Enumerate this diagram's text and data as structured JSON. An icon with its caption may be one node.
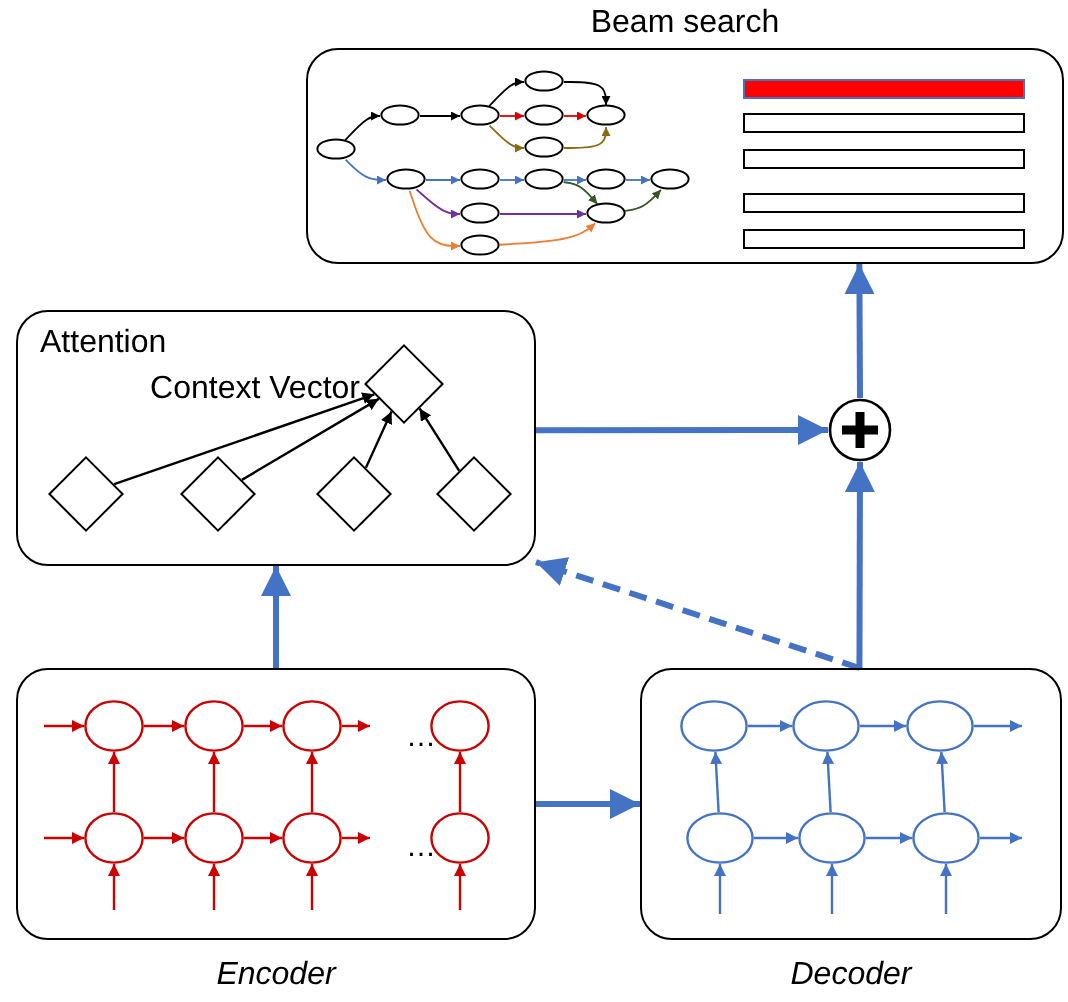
{
  "diagram": {
    "nodes": [
      {
        "text": [
          "Beam search"
        ]
      },
      {
        "text": [],
        "shape": "ellipse",
        "in": 0
      },
      {
        "text": [],
        "shape": "ellipse",
        "in": 0
      },
      {
        "text": [],
        "shape": "ellipse",
        "in": 0
      },
      {
        "text": [],
        "shape": "ellipse",
        "in": 0
      },
      {
        "text": [],
        "shape": "ellipse",
        "in": 0
      },
      {
        "text": [],
        "shape": "ellipse",
        "in": 0
      },
      {
        "text": [],
        "shape": "ellipse",
        "in": 0
      },
      {
        "text": [],
        "shape": "ellipse",
        "in": 0
      },
      {
        "text": [],
        "shape": "ellipse",
        "in": 0
      },
      {
        "text": [],
        "shape": "ellipse",
        "in": 0
      },
      {
        "text": [],
        "shape": "ellipse",
        "in": 0
      },
      {
        "text": [],
        "shape": "ellipse",
        "in": 0
      },
      {
        "text": [],
        "shape": "ellipse",
        "in": 0
      },
      {
        "text": [],
        "shape": "ellipse",
        "in": 0
      },
      {
        "text": [],
        "shape": "ellipse",
        "in": 0
      },
      {
        "text": [
          "Attention"
        ]
      },
      {
        "text": [],
        "shape": "diamond",
        "in": 16,
        "beside": [
          "Context Vector"
        ]
      },
      {
        "text": [],
        "shape": "diamond",
        "in": 16
      },
      {
        "text": [],
        "shape": "diamond",
        "in": 16
      },
      {
        "text": [],
        "shape": "diamond",
        "in": 16
      },
      {
        "text": [],
        "shape": "diamond",
        "in": 16
      },
      {
        "text": [],
        "shape": "circle"
      },
      {
        "text": [
          "Encoder"
        ]
      },
      {
        "text": [],
        "shape": "ellipse",
        "in": 23
      },
      {
        "text": [],
        "shape": "ellipse",
        "in": 23
      },
      {
        "text": [],
        "shape": "ellipse",
        "in": 23
      },
      {
        "text": [],
        "shape": "ellipse",
        "in": 23
      },
      {
        "text": [],
        "shape": "ellipse",
        "in": 23
      },
      {
        "text": [],
        "shape": "ellipse",
        "in": 23
      },
      {
        "text": [],
        "shape": "ellipse",
        "in": 23
      },
      {
        "text": [],
        "shape": "ellipse",
        "in": 23
      },
      {
        "text": [
          "Decoder"
        ]
      },
      {
        "text": [],
        "shape": "ellipse",
        "in": 32
      },
      {
        "text": [],
        "shape": "ellipse",
        "in": 32
      },
      {
        "text": [],
        "shape": "ellipse",
        "in": 32
      },
      {
        "text": [],
        "shape": "ellipse",
        "in": 32
      },
      {
        "text": [],
        "shape": "ellipse",
        "in": 32
      },
      {
        "text": [],
        "shape": "ellipse",
        "in": 32
      }
    ],
    "edges": [
      {
        "from": 1,
        "to": 2,
        "arrow": "to",
        "color": "#000000"
      },
      {
        "from": 1,
        "to": 8,
        "arrow": "to",
        "color": "#4472c4"
      },
      {
        "from": 2,
        "to": 3,
        "arrow": "to",
        "color": "#000000"
      },
      {
        "from": 3,
        "to": 4,
        "arrow": "to",
        "color": "#000000"
      },
      {
        "from": 3,
        "to": 5,
        "arrow": "to",
        "color": "#e00000"
      },
      {
        "from": 3,
        "to": 6,
        "arrow": "to",
        "color": "#8b6a14"
      },
      {
        "from": 4,
        "to": 7,
        "arrow": "to",
        "color": "#000000"
      },
      {
        "from": 5,
        "to": 7,
        "arrow": "to",
        "color": "#e00000"
      },
      {
        "from": 6,
        "to": 7,
        "arrow": "to",
        "color": "#8b6a14"
      },
      {
        "from": 8,
        "to": 9,
        "arrow": "to",
        "color": "#4472c4"
      },
      {
        "from": 8,
        "to": 13,
        "arrow": "to",
        "color": "#7030a0"
      },
      {
        "from": 8,
        "to": 15,
        "arrow": "to",
        "color": "#ed7d31"
      },
      {
        "from": 9,
        "to": 10,
        "arrow": "to",
        "color": "#4472c4"
      },
      {
        "from": 10,
        "to": 11,
        "arrow": "to",
        "color": "#4472c4"
      },
      {
        "from": 10,
        "to": 14,
        "arrow": "to",
        "color": "#375623"
      },
      {
        "from": 11,
        "to": 12,
        "arrow": "to",
        "color": "#4472c4"
      },
      {
        "from": 13,
        "to": 14,
        "arrow": "to",
        "color": "#7030a0"
      },
      {
        "from": 15,
        "to": 14,
        "arrow": "to",
        "color": "#ed7d31"
      },
      {
        "from": 14,
        "to": 12,
        "arrow": "to",
        "color": "#375623"
      },
      {
        "from": 18,
        "to": 17,
        "arrow": "to",
        "color": "#000000"
      },
      {
        "from": 19,
        "to": 17,
        "arrow": "to",
        "color": "#000000"
      },
      {
        "from": 20,
        "to": 17,
        "arrow": "to",
        "color": "#000000"
      },
      {
        "from": 21,
        "to": 17,
        "arrow": "to",
        "color": "#000000"
      },
      {
        "from": 23,
        "to": 16,
        "arrow": "to",
        "style": "thick",
        "color": "#4472c4"
      },
      {
        "from": 16,
        "to": 22,
        "arrow": "to",
        "style": "thick",
        "color": "#4472c4"
      },
      {
        "from": 22,
        "to": 0,
        "arrow": "to",
        "style": "thick",
        "color": "#4472c4"
      },
      {
        "from": 23,
        "to": 32,
        "arrow": "to",
        "style": "thick",
        "color": "#4472c4"
      },
      {
        "from": 32,
        "to": 22,
        "arrow": "to",
        "style": "thick",
        "color": "#4472c4"
      },
      {
        "from": 32,
        "to": 16,
        "arrow": "to",
        "style": "dashed",
        "color": "#4472c4"
      },
      {
        "from": null,
        "to": 24,
        "arrow": "to",
        "color": "#cc0000"
      },
      {
        "from": 24,
        "to": 25,
        "arrow": "to",
        "color": "#cc0000"
      },
      {
        "from": 25,
        "to": 26,
        "arrow": "to",
        "color": "#cc0000"
      },
      {
        "from": 26,
        "to": null,
        "arrow": "to",
        "color": "#cc0000"
      },
      {
        "from": null,
        "to": 28,
        "arrow": "to",
        "color": "#cc0000"
      },
      {
        "from": 28,
        "to": 29,
        "arrow": "to",
        "color": "#cc0000"
      },
      {
        "from": 29,
        "to": 30,
        "arrow": "to",
        "color": "#cc0000"
      },
      {
        "from": 30,
        "to": null,
        "arrow": "to",
        "color": "#cc0000"
      },
      {
        "from": 28,
        "to": 24,
        "arrow": "to",
        "color": "#cc0000"
      },
      {
        "from": 29,
        "to": 25,
        "arrow": "to",
        "color": "#cc0000"
      },
      {
        "from": 30,
        "to": 26,
        "arrow": "to",
        "color": "#cc0000"
      },
      {
        "from": 31,
        "to": 27,
        "arrow": "to",
        "color": "#cc0000"
      },
      {
        "from": null,
        "to": 28,
        "arrow": "to",
        "color": "#cc0000"
      },
      {
        "from": null,
        "to": 29,
        "arrow": "to",
        "color": "#cc0000"
      },
      {
        "from": null,
        "to": 30,
        "arrow": "to",
        "color": "#cc0000"
      },
      {
        "from": null,
        "to": 31,
        "arrow": "to",
        "color": "#cc0000"
      },
      {
        "from": 33,
        "to": 34,
        "arrow": "to",
        "color": "#4472c4"
      },
      {
        "from": 34,
        "to": 35,
        "arrow": "to",
        "color": "#4472c4"
      },
      {
        "from": 35,
        "to": null,
        "arrow": "to",
        "color": "#4472c4"
      },
      {
        "from": 36,
        "to": 37,
        "arrow": "to",
        "color": "#4472c4"
      },
      {
        "from": 37,
        "to": 38,
        "arrow": "to",
        "color": "#4472c4"
      },
      {
        "from": 38,
        "to": null,
        "arrow": "to",
        "color": "#4472c4"
      },
      {
        "from": 36,
        "to": 33,
        "arrow": "to",
        "color": "#4472c4"
      },
      {
        "from": 37,
        "to": 34,
        "arrow": "to",
        "color": "#4472c4"
      },
      {
        "from": 38,
        "to": 35,
        "arrow": "to",
        "color": "#4472c4"
      },
      {
        "from": null,
        "to": 36,
        "arrow": "to",
        "color": "#4472c4"
      },
      {
        "from": null,
        "to": 37,
        "arrow": "to",
        "color": "#4472c4"
      },
      {
        "from": null,
        "to": 38,
        "arrow": "to",
        "color": "#4472c4"
      }
    ],
    "labels": [
      "…",
      "…"
    ]
  }
}
